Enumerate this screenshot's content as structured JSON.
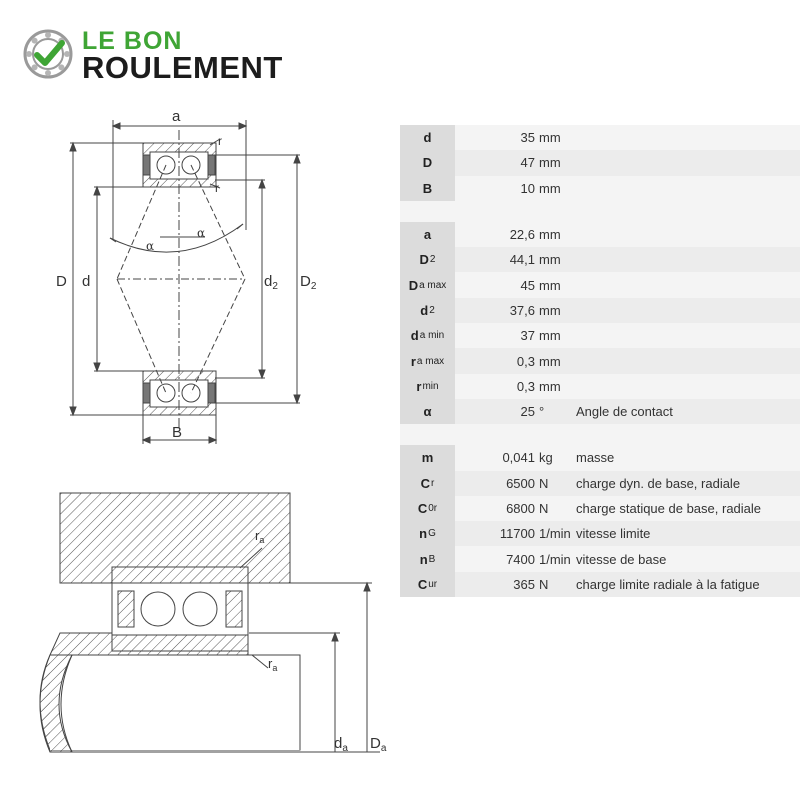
{
  "brand": {
    "line1": "LE BON",
    "line2": "ROULEMENT",
    "icon": "bearing-check-icon",
    "color_green": "#3fa535",
    "color_dark": "#1c1c1c"
  },
  "drawing_labels": {
    "a": "a",
    "D": "D",
    "d": "d",
    "d2": "d",
    "d2_sub": "2",
    "D2": "D",
    "D2_sub": "2",
    "B": "B",
    "r_top": "r",
    "r_mid": "r",
    "alpha_left": "α",
    "alpha_right": "α",
    "ra_top": "r",
    "ra_top_sub": "a",
    "ra_bottom": "r",
    "ra_bottom_sub": "a",
    "da": "d",
    "da_sub": "a",
    "Da": "D",
    "Da_sub": "a"
  },
  "specs": [
    {
      "sym": "d",
      "sub": "",
      "value": "35",
      "unit": "mm",
      "desc": ""
    },
    {
      "sym": "D",
      "sub": "",
      "value": "47",
      "unit": "mm",
      "desc": ""
    },
    {
      "sym": "B",
      "sub": "",
      "value": "10",
      "unit": "mm",
      "desc": ""
    },
    {
      "gap": true
    },
    {
      "sym": "a",
      "sub": "",
      "value": "22,6",
      "unit": "mm",
      "desc": ""
    },
    {
      "sym": "D",
      "sub": "2",
      "value": "44,1",
      "unit": "mm",
      "desc": ""
    },
    {
      "sym": "D",
      "sub": "a max",
      "value": "45",
      "unit": "mm",
      "desc": ""
    },
    {
      "sym": "d",
      "sub": "2",
      "value": "37,6",
      "unit": "mm",
      "desc": ""
    },
    {
      "sym": "d",
      "sub": "a min",
      "value": "37",
      "unit": "mm",
      "desc": ""
    },
    {
      "sym": "r",
      "sub": "a max",
      "value": "0,3",
      "unit": "mm",
      "desc": ""
    },
    {
      "sym": "r",
      "sub": "min",
      "value": "0,3",
      "unit": "mm",
      "desc": ""
    },
    {
      "sym": "α",
      "sub": "",
      "value": "25",
      "unit": "°",
      "desc": "Angle de contact"
    },
    {
      "gap": true
    },
    {
      "sym": "m",
      "sub": "",
      "value": "0,041",
      "unit": "kg",
      "desc": "masse"
    },
    {
      "sym": "C",
      "sub": "r",
      "value": "6500",
      "unit": "N",
      "desc": "charge dyn. de base, radiale"
    },
    {
      "sym": "C",
      "sub": "0r",
      "value": "6800",
      "unit": "N",
      "desc": "charge statique de base, radiale"
    },
    {
      "sym": "n",
      "sub": "G",
      "value": "11700",
      "unit": "1/min",
      "desc": "vitesse limite"
    },
    {
      "sym": "n",
      "sub": "B",
      "value": "7400",
      "unit": "1/min",
      "desc": "vitesse de base"
    },
    {
      "sym": "C",
      "sub": "ur",
      "value": "365",
      "unit": "N",
      "desc": "charge limite radiale à la fatigue"
    }
  ]
}
